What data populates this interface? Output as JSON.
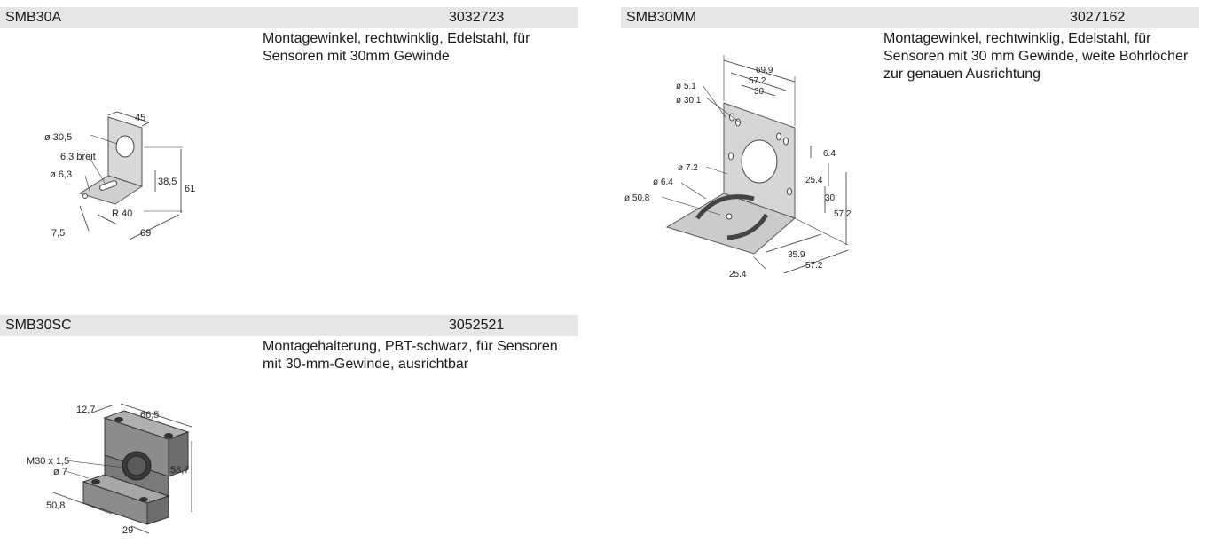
{
  "products": [
    {
      "model": "SMB30A",
      "code": "3032723",
      "description": "Montagewinkel, rechtwinklig, Edelstahl, für Sensoren mit 30mm Gewinde",
      "dims": {
        "d_hole": "ø 30,5",
        "breit": "6,3 breit",
        "d_small": "ø 6,3",
        "w45": "45",
        "h385": "38,5",
        "h61": "61",
        "r40": "R 40",
        "w75": "7,5",
        "w69": "69"
      }
    },
    {
      "model": "SMB30MM",
      "code": "3027162",
      "description": "Montagewinkel, rechtwinklig, Edelstahl, für Sensoren mit 30 mm Gewinde, weite Bohrlöcher zur genauen Ausrichtung",
      "dims": {
        "w699": "69.9",
        "w572": "57.2",
        "w30": "30",
        "d51": "ø 5.1",
        "d301": "ø 30.1",
        "d72": "ø 7.2",
        "d64": "ø 6.4",
        "d508": "ø 50.8",
        "v64": "6.4",
        "v254": "25.4",
        "v30": "30",
        "v572": "57.2",
        "b359": "35.9",
        "b572": "57.2",
        "b254": "25.4"
      }
    },
    {
      "model": "SMB30SC",
      "code": "3052521",
      "description": "Montagehalterung, PBT-schwarz, für Sensoren mit 30-mm-Gewinde, ausrichtbar",
      "dims": {
        "w127": "12,7",
        "w665": "66,5",
        "thread": "M30 x 1,5",
        "d7": "ø 7",
        "h587": "58,7",
        "w508": "50,8",
        "w29": "29"
      }
    }
  ]
}
